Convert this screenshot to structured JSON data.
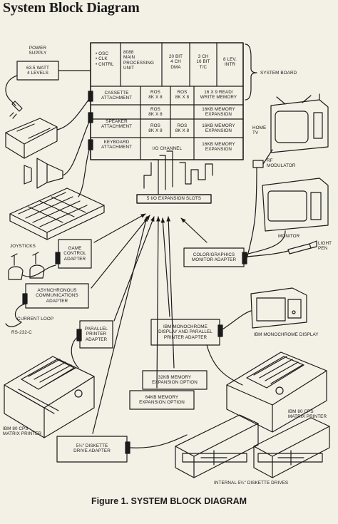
{
  "page": {
    "title": "System Block Diagram",
    "caption": "Figure 1.  SYSTEM BLOCK DIAGRAM"
  },
  "power": {
    "top": "POWER\nSUPPLY",
    "box": "63.5 WATT\n4 LEVELS"
  },
  "board": {
    "cells": {
      "osc": "• OSC\n• CLK\n• CNTRL",
      "cpu": "8088\nMAIN\nPROCESSING\nUNIT",
      "dma": "20 BIT\n4 CH\nDMA",
      "tc": "3 CH\n16 BIT\nT/C",
      "intr": "8 LEV.\nINTR",
      "cassette": "CASSETTE\nATTACHMENT",
      "speaker": "SPEAKER\nATTACHMENT",
      "keyboard": "KEYBOARD\nATTACHMENT",
      "ros1": "ROS\n8K x 8",
      "ros2": "ROS\n8K x 8",
      "ros3": "ROS\n8K x 8",
      "ros4": "ROS\n8K x 8",
      "ros5": "ROS\n8K x 8",
      "io": "I/O CHANNEL",
      "rw": "16 x 9 READ/\nWRITE MEMORY",
      "exp1": "16KB MEMORY\nEXPANSION",
      "exp2": "16KB MEMORY\nEXPANSION",
      "exp3": "16KB MEMORY\nEXPANSION",
      "slots": "5 I/O EXPANSION SLOTS"
    },
    "side_label": "SYSTEM BOARD"
  },
  "devices": {
    "home_tv": "HOME\nTV",
    "rf": "RF\nMODULATOR",
    "monitor": "MONITOR",
    "light_pen": "LIGHT\nPEN",
    "color_adapter": "COLOR/GRAPHICS\nMONITOR ADAPTER",
    "joysticks": "JOYSTICKS",
    "game_adapter": "GAME\nCONTROL\nADAPTER",
    "async": "ASYNCHRONOUS\nCOMMUNICATIONS\nADAPTER",
    "current_loop": "CURRENT LOOP",
    "rs232": "RS-232-C",
    "parallel": "PARALLEL\nPRINTER\nADAPTER",
    "mono_adapter": "IBM MONOCHROME\nDISPLAY AND PARALLEL\nPRINTER ADAPTER",
    "mono_display": "IBM MONOCHROME DISPLAY",
    "mem32": "32KB MEMORY\nEXPANSION OPTION",
    "mem64": "64KB MEMORY\nEXPANSION OPTION",
    "diskette_adapter": "5¼\" DISKETTE\nDRIVE ADAPTER",
    "printer_left": "IBM 80 CPS\nMATRIX PRINTER",
    "printer_right": "IBM 80 CPS\nMATRIX PRINTER",
    "drives": "INTERNAL 5¼\" DISKETTE DRIVES"
  }
}
